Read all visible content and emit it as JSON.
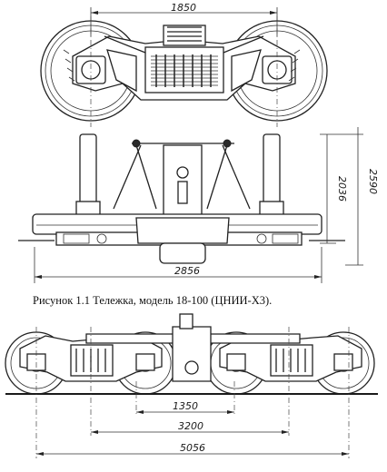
{
  "figure": {
    "caption": "Рисунок 1.1 Тележка, модель 18-100 (ЦНИИ-Х3).",
    "top_view": {
      "dim_wheelbase": "1850"
    },
    "end_view": {
      "dim_height_inner": "2036",
      "dim_height_outer": "2590",
      "dim_width": "2856"
    },
    "bottom_view": {
      "dim_axle_spacing": "1350",
      "dim_bogie_centers": "3200",
      "dim_total_length": "5056"
    }
  }
}
